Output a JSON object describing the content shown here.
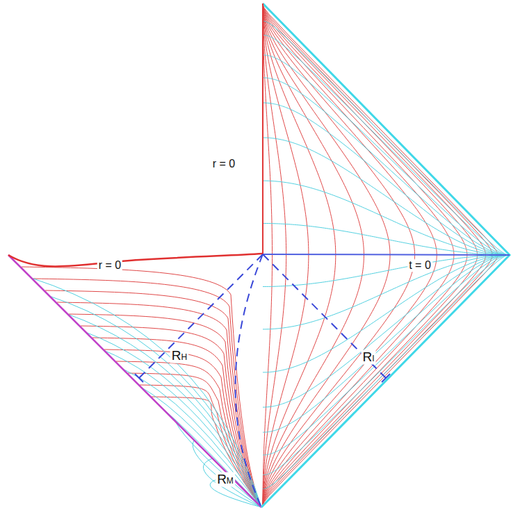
{
  "diagram": {
    "labels": [
      "r = 0",
      "r = 0",
      "t = 0",
      "RH",
      "RI",
      "RM"
    ]
  }
}
